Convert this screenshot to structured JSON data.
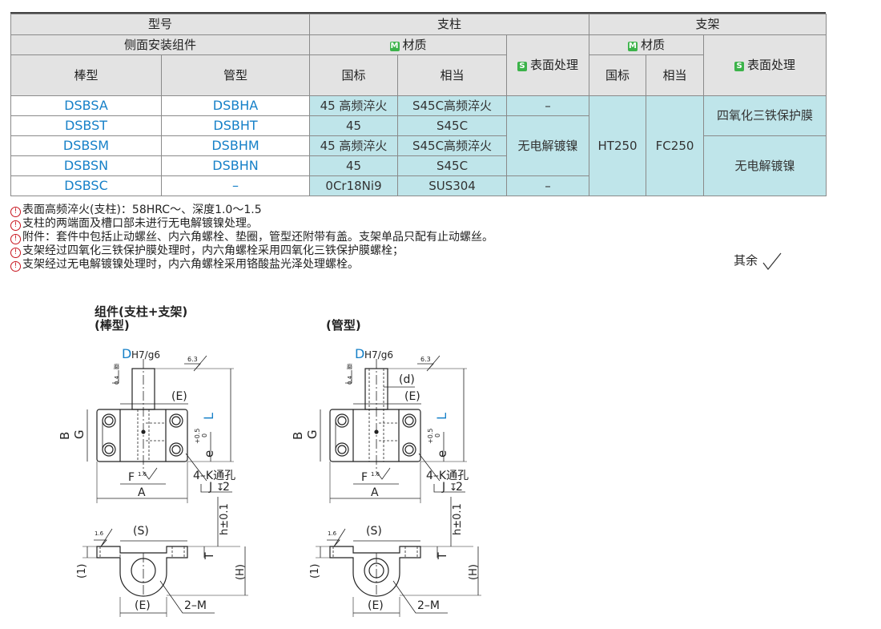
{
  "table": {
    "header": {
      "model": "型号",
      "post": "支柱",
      "bracket": "支架",
      "side_kit": "侧面安装组件",
      "material": "材质",
      "surface": "表面处理",
      "rod": "棒型",
      "tube": "管型",
      "gb": "国标",
      "equiv": "相当",
      "icon_m": "M",
      "icon_s": "S"
    },
    "rows": [
      {
        "rod": "DSBSA",
        "tube": "DSBHA",
        "post_gb": "45 高频淬火",
        "post_eq": "S45C高频淬火",
        "post_surf": "–"
      },
      {
        "rod": "DSBST",
        "tube": "DSBHT",
        "post_gb": "45",
        "post_eq": "S45C"
      },
      {
        "rod": "DSBSM",
        "tube": "DSBHM",
        "post_gb": "45 高频淬火",
        "post_eq": "S45C高频淬火"
      },
      {
        "rod": "DSBSN",
        "tube": "DSBHN",
        "post_gb": "45",
        "post_eq": "S45C"
      },
      {
        "rod": "DSBSC",
        "tube": "–",
        "post_gb": "0Cr18Ni9",
        "post_eq": "SUS304",
        "post_surf": "–"
      }
    ],
    "post_surf_merged": "无电解镀镍",
    "bracket_gb": "HT250",
    "bracket_eq": "FC250",
    "bracket_surf_a": "四氧化三铁保护膜",
    "bracket_surf_b": "无电解镀镍"
  },
  "notes": [
    "表面高频淬火(支柱)：58HRC～、深度1.0～1.5",
    "支柱的两端面及槽口部未进行无电解镀镍处理。",
    "附件：套件中包括止动螺丝、内六角螺栓、垫圈，管型还附带有盖。支架单品只配有止动螺丝。",
    "支架经过四氧化三铁保护膜处理时，内六角螺栓采用四氧化三铁保护膜螺栓；",
    "支架经过无电解镀镍处理时，内六角螺栓采用铬酸盐光泽处理螺栓。"
  ],
  "note_icon": "!",
  "qiyu": "其余",
  "drawings": {
    "rod_title_1": "组件(支柱+支架)",
    "rod_title_2": "(棒型)",
    "tube_title": "(管型)",
    "D": "D",
    "fit": "H7/g6",
    "roughness_63": "6.3",
    "roughness_16": "1.6",
    "roughness_04": "0.4",
    "E": "(E)",
    "d": "(d)",
    "B": "B",
    "G": "G",
    "L": "L",
    "e": "e",
    "e_tol_top": "+0.5",
    "e_tol_bot": "0",
    "F": "F",
    "A": "A",
    "K": "4–K通孔",
    "J": "J",
    "J_depth": "2",
    "h": "h±0.1",
    "S": "(S)",
    "T": "T",
    "H": "(H)",
    "one": "(1)",
    "M": "2–M",
    "grind": "磨"
  },
  "colors": {
    "accent_blue": "#1680c8",
    "cell_cyan": "#bfe5ea",
    "header_gray": "#e3e3e3",
    "note_red": "#c8141e",
    "icon_green": "#3cb34a"
  }
}
